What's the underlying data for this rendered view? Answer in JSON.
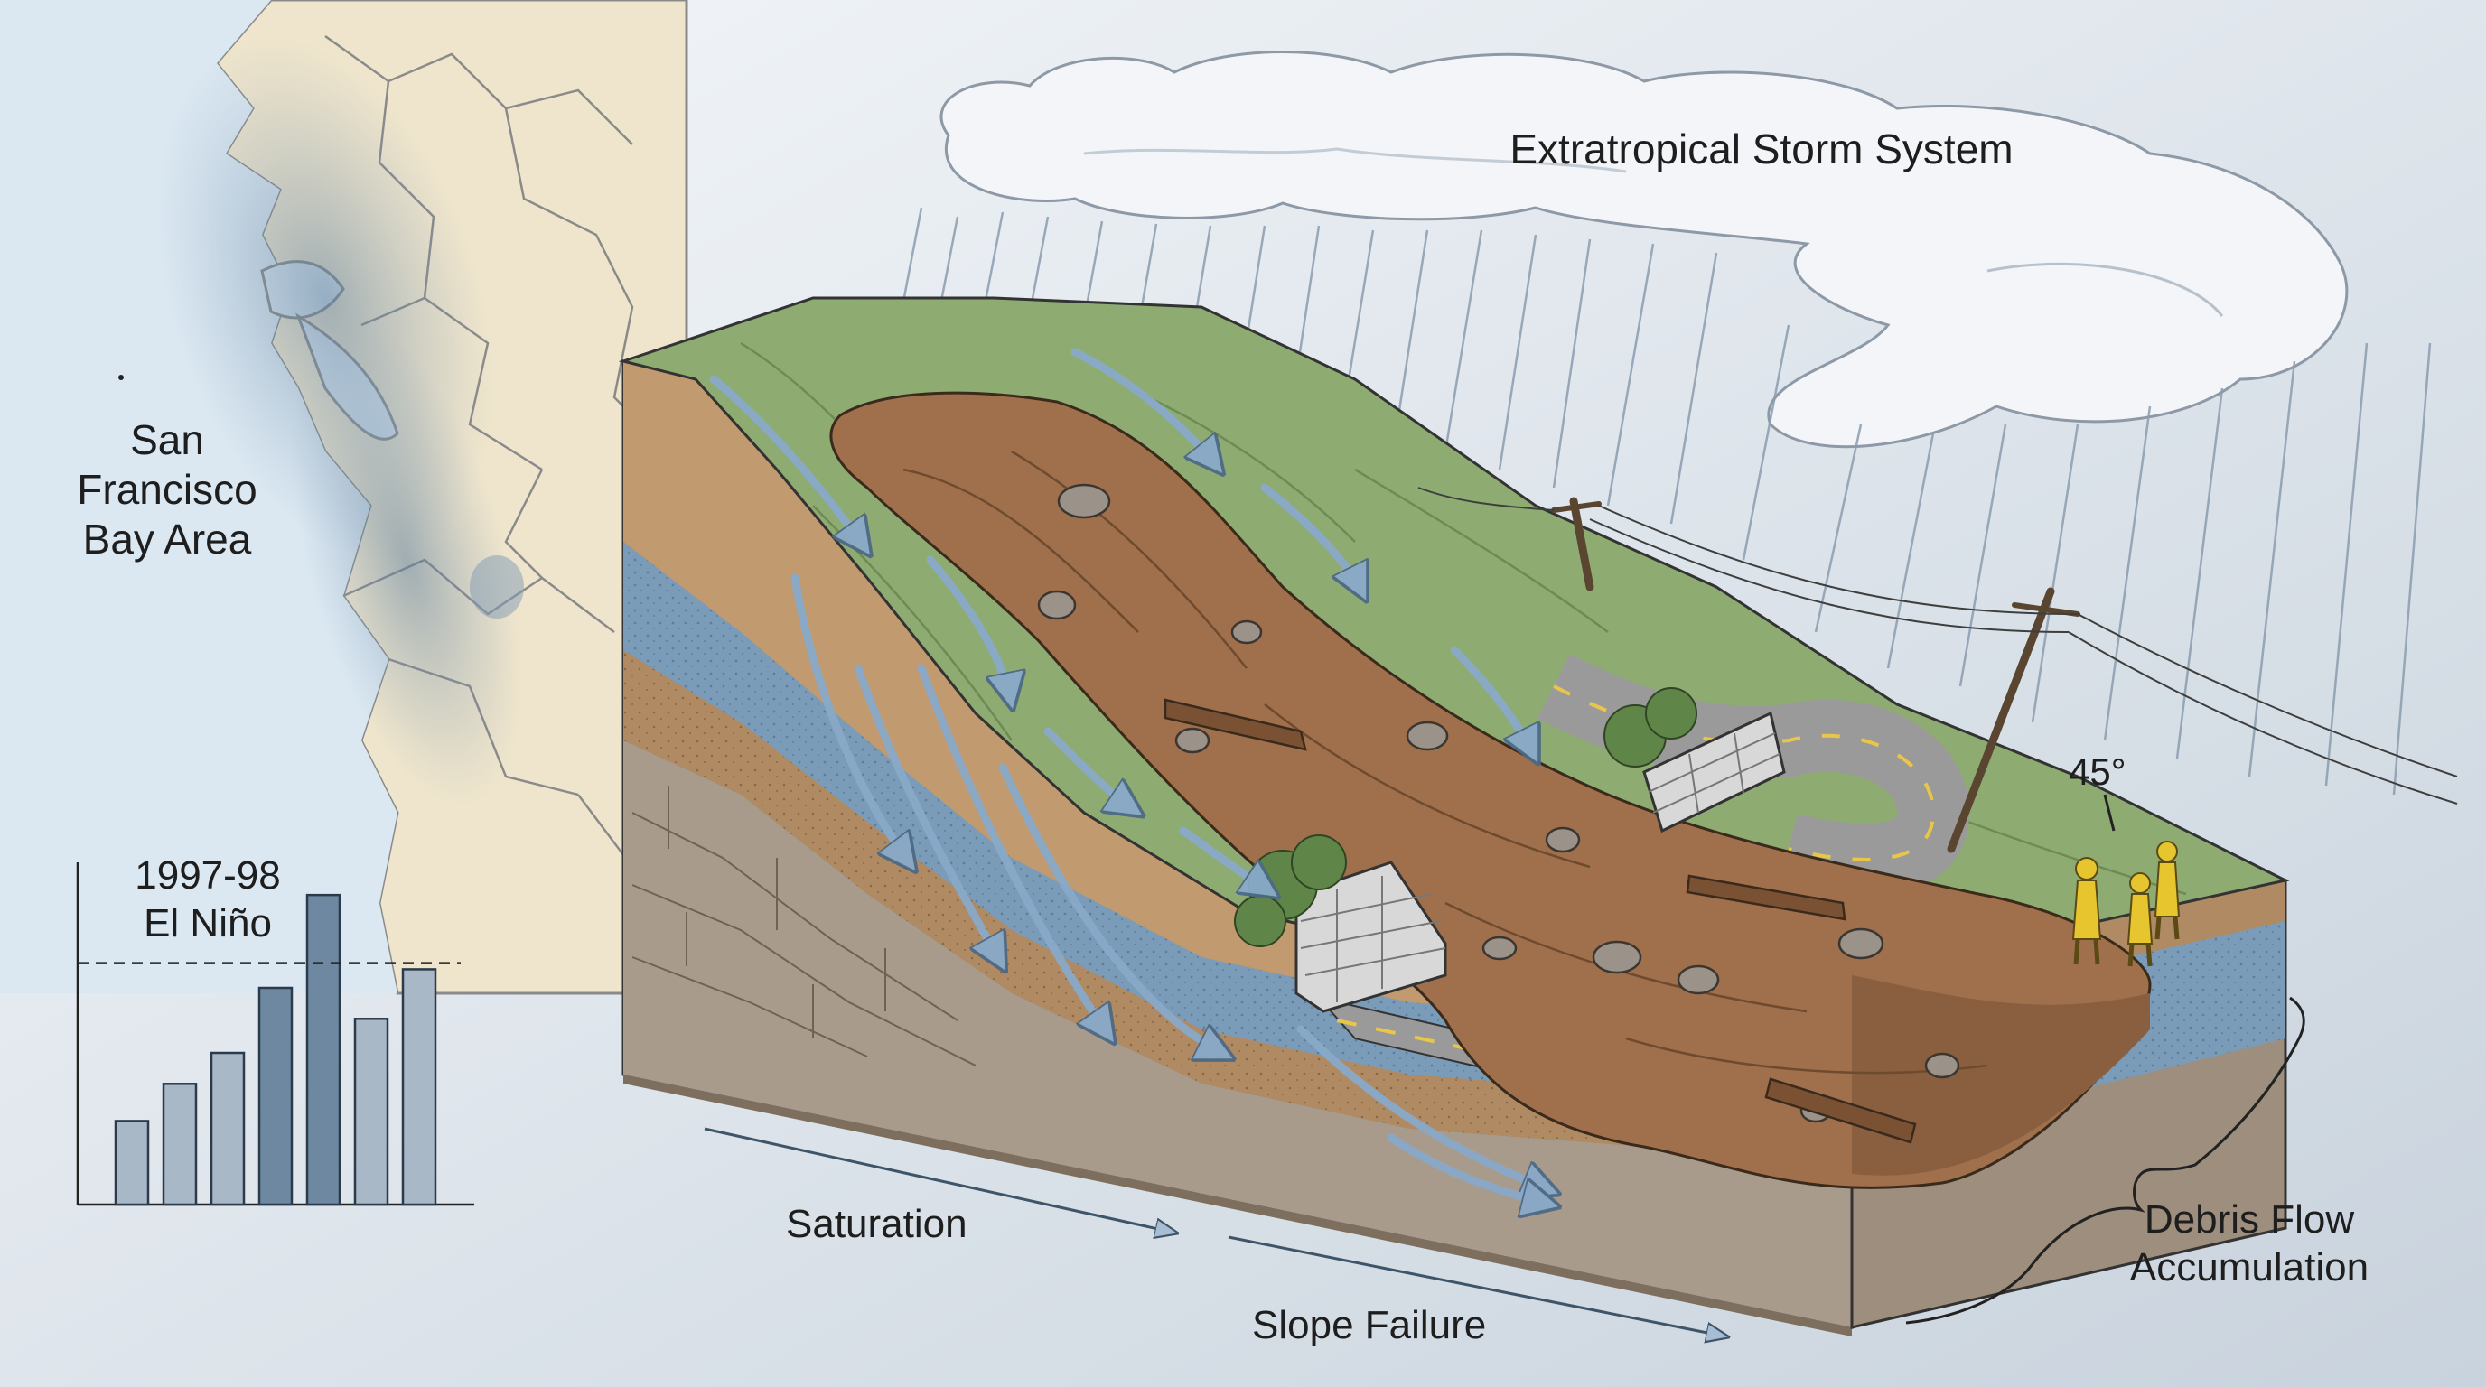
{
  "labels": {
    "storm": "Extratropical Storm System",
    "region_line1": "San",
    "region_line2": "Francisco",
    "region_line3": "Bay Area",
    "event_line1": "1997-98",
    "event_line2": "El Niño",
    "saturation": "Saturation",
    "slope_failure": "Slope Failure",
    "debris_line1": "Debris Flow",
    "debris_line2": "Accumulation",
    "angle": "45°"
  },
  "chart_data": {
    "type": "bar",
    "title": "",
    "xlabel": "",
    "ylabel": "",
    "categories": [],
    "values": [
      0.27,
      0.39,
      0.49,
      0.7,
      1.0,
      0.6,
      0.76
    ],
    "highlighted_indices": [
      3,
      4
    ],
    "threshold": 0.78,
    "threshold_label": "1997-98 El Niño",
    "ylim": [
      0,
      1.05
    ],
    "grid": false
  },
  "colors": {
    "bar_light": "#a9b8c6",
    "bar_dark": "#6d88a0",
    "bar_outline": "#2b3b4b",
    "grass": "#8eac72",
    "debris": "#a0704c",
    "soil": "#b08a63",
    "groundwater": "#7b9cb8",
    "bedrock": "#a89b8c",
    "map_land": "#efe5cc",
    "map_sea": "#dbe8f2",
    "rain_zone": "#7f9ab3",
    "flow_arrow": "#89a9c9",
    "cloud": "#f2f4f7",
    "worker": "#e6c52e"
  }
}
